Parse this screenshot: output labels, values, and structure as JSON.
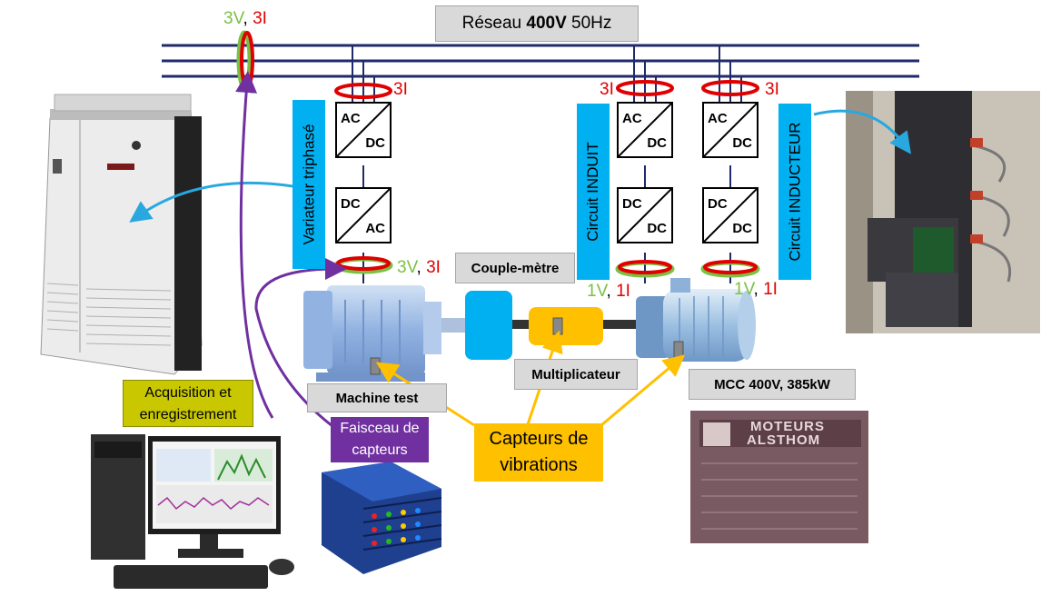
{
  "network": {
    "label_prefix": "Réseau ",
    "label_bold": "400V",
    "label_suffix": " 50Hz"
  },
  "labels": {
    "variateur": "Variateur triphasé",
    "induit": "Circuit INDUIT",
    "inducteur": "Circuit INDUCTEUR",
    "couple_metre": "Couple-mètre",
    "multiplicateur": "Multiplicateur",
    "machine_test": "Machine test",
    "mcc": "MCC 400V, 385kW",
    "acquisition": "Acquisition et\nenregistrement",
    "faisceau": "Faisceau de\ncapteurs",
    "capteurs": "Capteurs de\nvibrations"
  },
  "converters": {
    "ac": "AC",
    "dc": "DC"
  },
  "measurements": {
    "top_v": "3V",
    "top_sep": ", ",
    "top_i": "3I",
    "var_in_i": "3I",
    "var_out_v": "3V",
    "var_out_sep": ", ",
    "var_out_i": "3I",
    "induit_in_i": "3I",
    "inducteur_in_i": "3I",
    "induit_out_v": "1V",
    "induit_out_sep": ", ",
    "induit_out_i": "1I",
    "inducteur_out_v": "1V",
    "inducteur_out_sep": ", ",
    "inducteur_out_i": "1I"
  },
  "nameplate": {
    "line1": "MOTEURS",
    "line2": "ALSTHOM"
  },
  "colors": {
    "bus": "#1f2a6b",
    "green": "#7ac143",
    "red": "#e00000",
    "blue_box": "#00b0f0",
    "purple": "#7030a0",
    "yellow": "#ffc000",
    "cable_blue": "#29a8e0"
  }
}
